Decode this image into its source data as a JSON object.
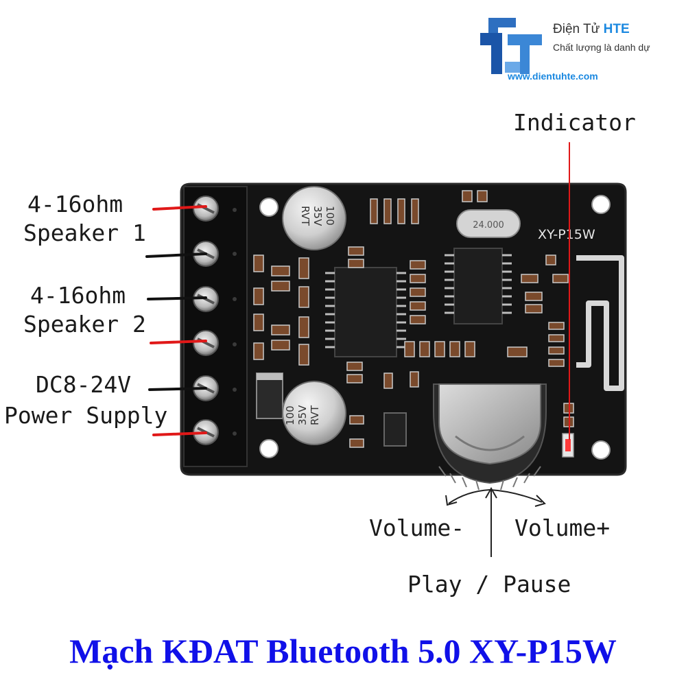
{
  "brand": {
    "name_prefix": "Điện Tử",
    "name_accent": "HTE",
    "slogan": "Chất lượng là danh dự",
    "website": "www.dientuhte.com",
    "logo_letters": "HTE",
    "accent_color": "#1a88e0"
  },
  "board": {
    "silkscreen": "XY-P15W",
    "crystal_marking": "24.000",
    "capacitor_marking": [
      "100",
      "35V",
      "RVT"
    ]
  },
  "labels": {
    "indicator": "Indicator",
    "speaker1_ohm": "4-16ohm",
    "speaker1": "Speaker 1",
    "speaker2_ohm": "4-16ohm",
    "speaker2": "Speaker 2",
    "power_voltage": "DC8-24V",
    "power": "Power Supply",
    "volume_down": "Volume-",
    "volume_up": "Volume+",
    "play_pause": "Play / Pause"
  },
  "caption": "Mạch KĐAT Bluetooth 5.0 XY-P15W",
  "colors": {
    "positive_wire": "#e01818",
    "negative_wire": "#111111",
    "caption": "#1010e8",
    "pcb": "#141414"
  }
}
